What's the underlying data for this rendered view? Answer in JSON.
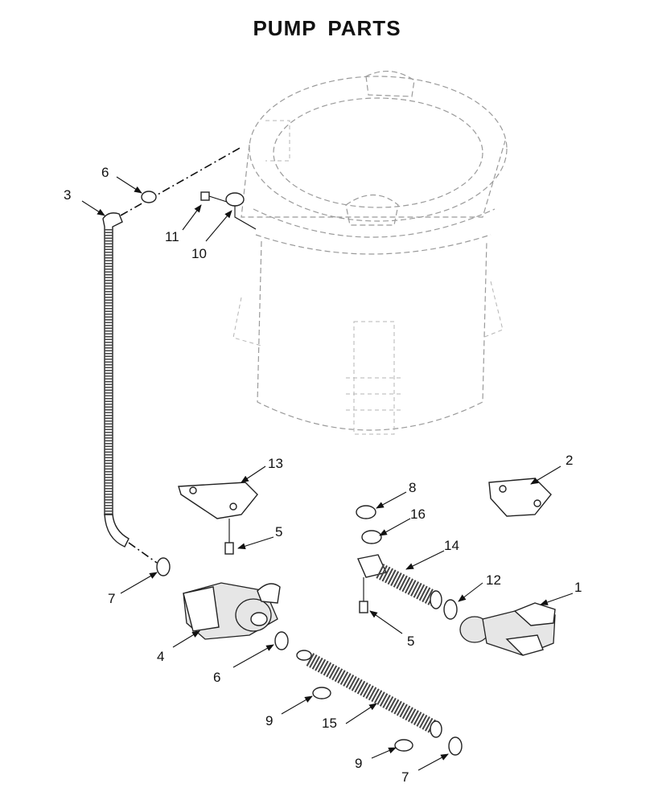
{
  "title": "PUMP PARTS",
  "callouts": [
    {
      "id": "c1",
      "text": "1"
    },
    {
      "id": "c2",
      "text": "2"
    },
    {
      "id": "c3",
      "text": "3"
    },
    {
      "id": "c4",
      "text": "4"
    },
    {
      "id": "c5a",
      "text": "5"
    },
    {
      "id": "c5b",
      "text": "5"
    },
    {
      "id": "c6a",
      "text": "6"
    },
    {
      "id": "c6b",
      "text": "6"
    },
    {
      "id": "c7a",
      "text": "7"
    },
    {
      "id": "c7b",
      "text": "7"
    },
    {
      "id": "c8",
      "text": "8"
    },
    {
      "id": "c9a",
      "text": "9"
    },
    {
      "id": "c9b",
      "text": "9"
    },
    {
      "id": "c10",
      "text": "10"
    },
    {
      "id": "c11",
      "text": "11"
    },
    {
      "id": "c12",
      "text": "12"
    },
    {
      "id": "c13",
      "text": "13"
    },
    {
      "id": "c14",
      "text": "14"
    },
    {
      "id": "c15",
      "text": "15"
    },
    {
      "id": "c16",
      "text": "16"
    }
  ]
}
